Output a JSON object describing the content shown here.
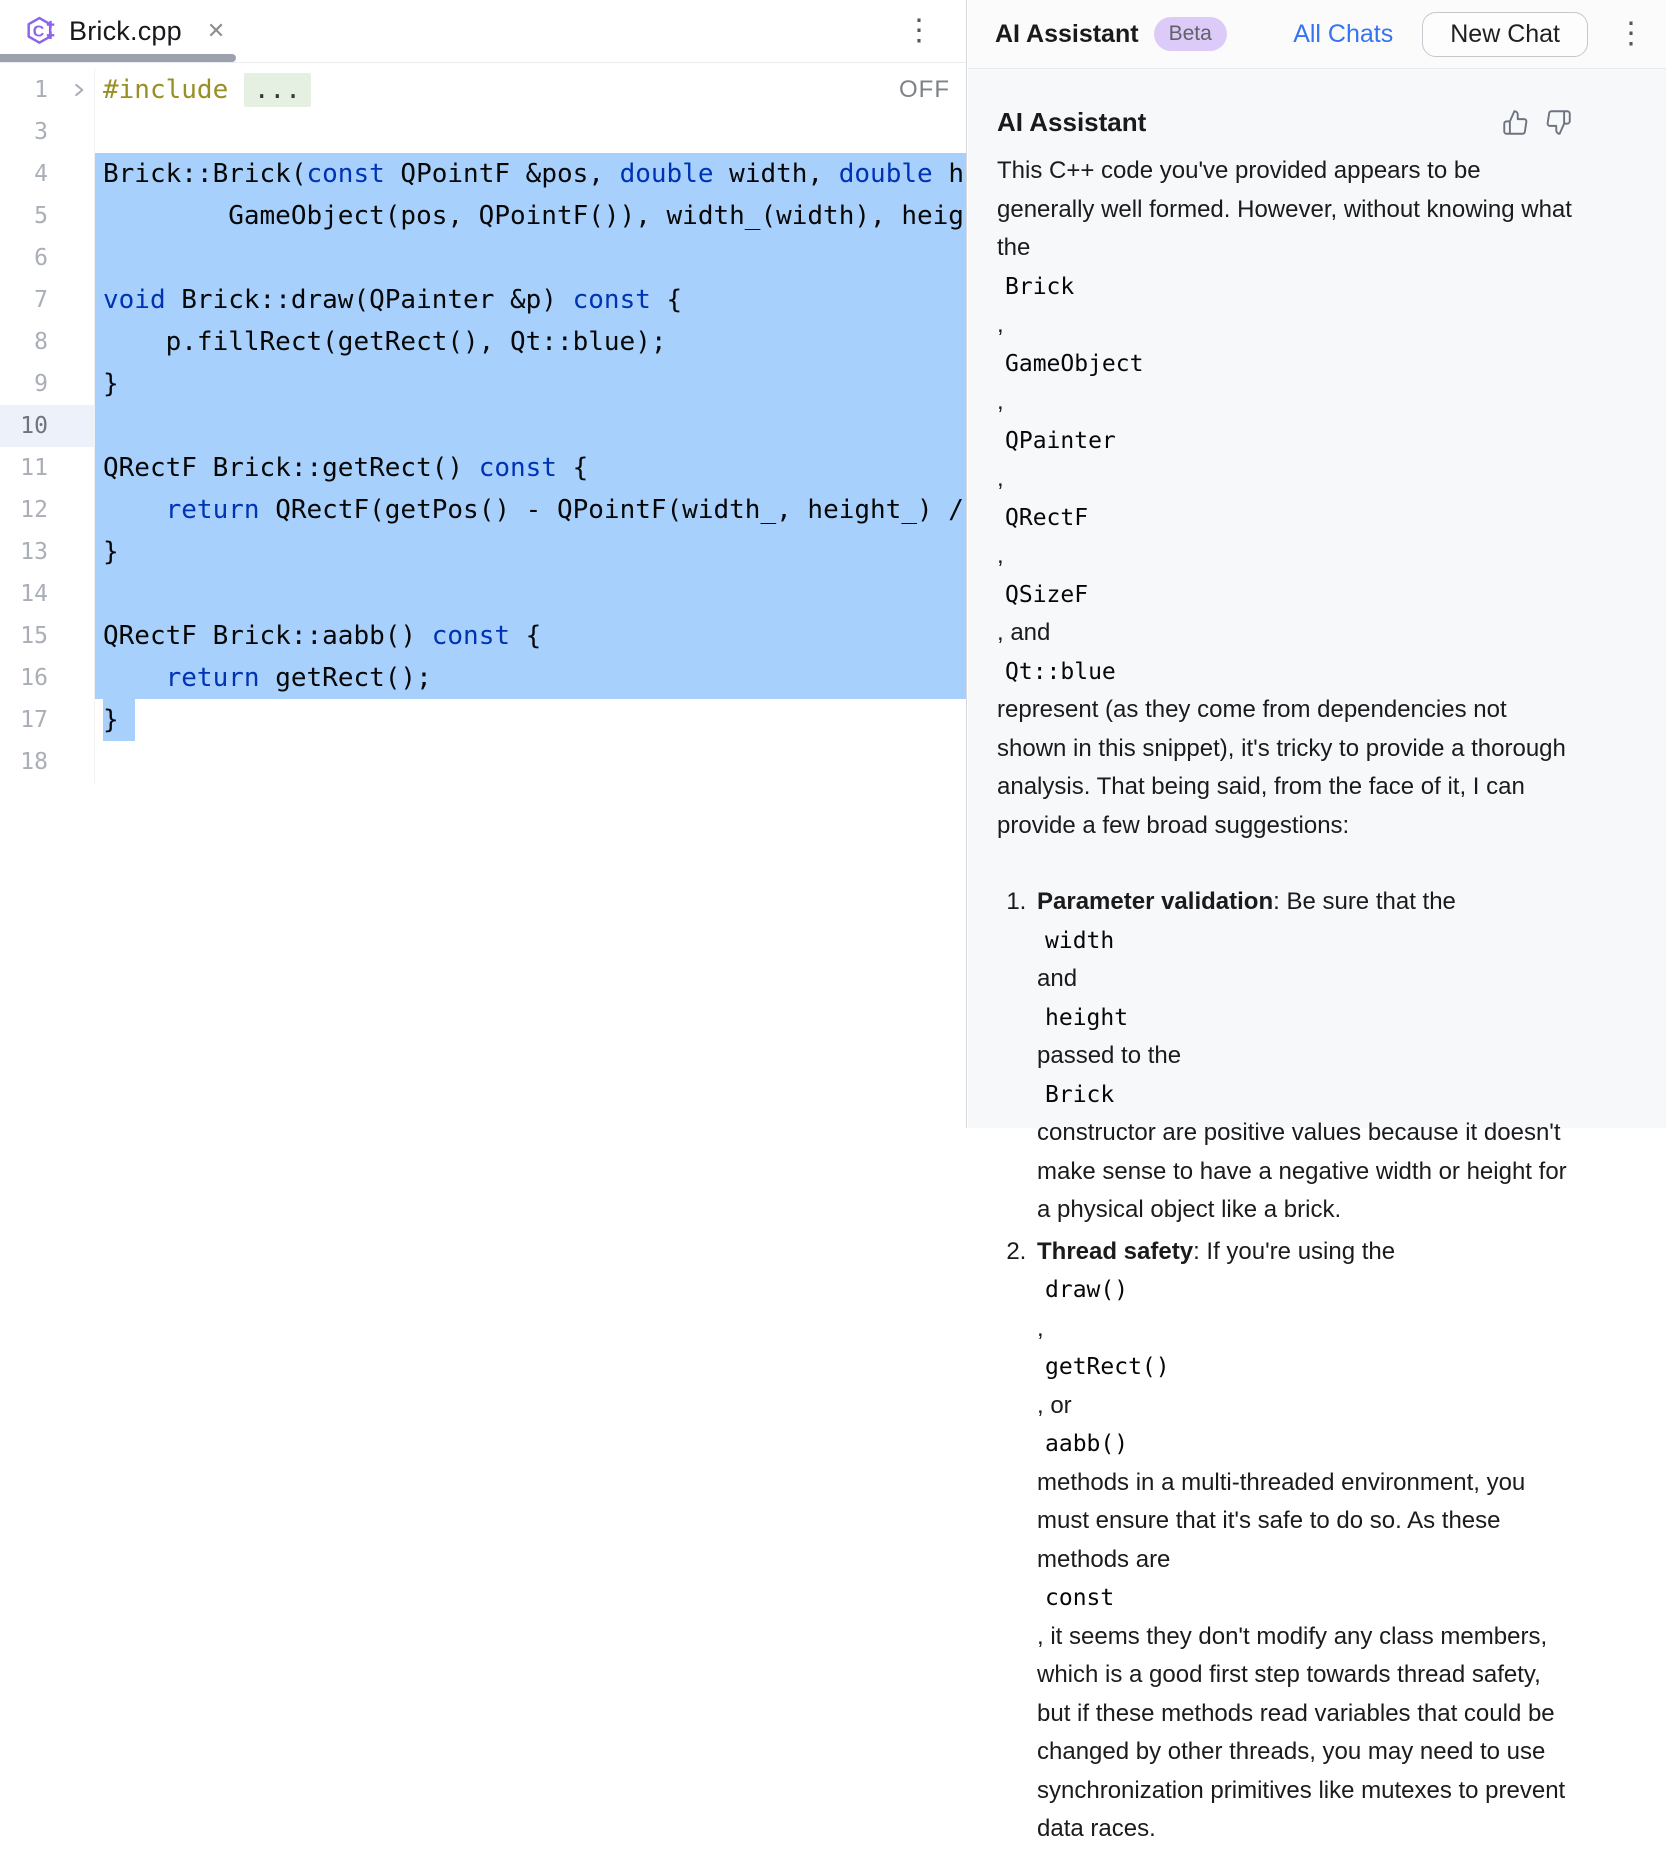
{
  "editor": {
    "tab": {
      "label": "Brick.cpp",
      "close_icon": "✕",
      "icon": "cpp-file-icon"
    },
    "kebab_icon": "⋮",
    "off_label": "OFF",
    "lines": [
      {
        "num": "1",
        "fold": true,
        "sel": "none",
        "tokens": [
          {
            "t": "#include",
            "c": "dir"
          },
          {
            "t": " ",
            "c": "p"
          },
          {
            "t": "...",
            "c": "fold"
          }
        ]
      },
      {
        "num": "3",
        "sel": "none",
        "tokens": []
      },
      {
        "num": "4",
        "sel": "full",
        "tokens": [
          {
            "t": "Brick::Brick(",
            "c": "p"
          },
          {
            "t": "const",
            "c": "kw"
          },
          {
            "t": " QPointF &pos, ",
            "c": "p"
          },
          {
            "t": "double",
            "c": "kw"
          },
          {
            "t": " width, ",
            "c": "p"
          },
          {
            "t": "double",
            "c": "kw"
          },
          {
            "t": " h",
            "c": "p"
          }
        ]
      },
      {
        "num": "5",
        "sel": "full",
        "tokens": [
          {
            "t": "        GameObject(pos, QPointF()), width_(width), heig",
            "c": "p"
          }
        ]
      },
      {
        "num": "6",
        "sel": "full",
        "tokens": []
      },
      {
        "num": "7",
        "sel": "full",
        "tokens": [
          {
            "t": "void",
            "c": "kw"
          },
          {
            "t": " Brick::draw(QPainter &p) ",
            "c": "p"
          },
          {
            "t": "const",
            "c": "kw"
          },
          {
            "t": " {",
            "c": "p"
          }
        ]
      },
      {
        "num": "8",
        "sel": "full",
        "tokens": [
          {
            "t": "    p.fillRect(getRect(), Qt::blue);",
            "c": "p"
          }
        ]
      },
      {
        "num": "9",
        "sel": "full",
        "tokens": [
          {
            "t": "}",
            "c": "p"
          }
        ]
      },
      {
        "num": "10",
        "sel": "full",
        "caret": true,
        "tokens": []
      },
      {
        "num": "11",
        "sel": "full",
        "tokens": [
          {
            "t": "QRectF Brick::getRect() ",
            "c": "p"
          },
          {
            "t": "const",
            "c": "kw"
          },
          {
            "t": " {",
            "c": "p"
          }
        ]
      },
      {
        "num": "12",
        "sel": "full",
        "tokens": [
          {
            "t": "    ",
            "c": "p"
          },
          {
            "t": "return",
            "c": "kw"
          },
          {
            "t": " QRectF(getPos() - QPointF(width_, height_) /",
            "c": "p"
          }
        ]
      },
      {
        "num": "13",
        "sel": "full",
        "tokens": [
          {
            "t": "}",
            "c": "p"
          }
        ]
      },
      {
        "num": "14",
        "sel": "full",
        "tokens": []
      },
      {
        "num": "15",
        "sel": "full",
        "tokens": [
          {
            "t": "QRectF Brick::aabb() ",
            "c": "p"
          },
          {
            "t": "const",
            "c": "kw"
          },
          {
            "t": " {",
            "c": "p"
          }
        ]
      },
      {
        "num": "16",
        "sel": "full",
        "tokens": [
          {
            "t": "    ",
            "c": "p"
          },
          {
            "t": "return",
            "c": "kw"
          },
          {
            "t": " getRect();",
            "c": "p"
          }
        ]
      },
      {
        "num": "17",
        "sel": "partial",
        "tokens": [
          {
            "t": "}",
            "c": "p"
          }
        ]
      },
      {
        "num": "18",
        "sel": "none",
        "tokens": []
      }
    ]
  },
  "assistant": {
    "header": {
      "title": "AI Assistant",
      "beta_badge": "Beta",
      "all_chats_label": "All Chats",
      "new_chat_label": "New Chat",
      "kebab_icon": "⋮"
    },
    "message": {
      "author": "AI Assistant",
      "intro": [
        {
          "t": "This C++ code you've provided appears to be generally well formed. However, without knowing what the "
        },
        {
          "t": "Brick",
          "code": true
        },
        {
          "t": ", "
        },
        {
          "t": "GameObject",
          "code": true
        },
        {
          "t": ", "
        },
        {
          "t": "QPainter",
          "code": true
        },
        {
          "t": ", "
        },
        {
          "t": "QRectF",
          "code": true
        },
        {
          "t": ", "
        },
        {
          "t": "QSizeF",
          "code": true
        },
        {
          "t": ", and "
        },
        {
          "t": "Qt::blue",
          "code": true
        },
        {
          "t": " represent (as they come from dependencies not shown in this snippet), it's tricky to provide a thorough analysis. That being said, from the face of it, I can provide a few broad suggestions:"
        }
      ],
      "items": [
        {
          "segments": [
            {
              "t": "Parameter validation",
              "bold": true
            },
            {
              "t": ": Be sure that the "
            },
            {
              "t": "width",
              "code": true
            },
            {
              "t": " and "
            },
            {
              "t": "height",
              "code": true
            },
            {
              "t": " passed to the "
            },
            {
              "t": "Brick",
              "code": true
            },
            {
              "t": " constructor are positive values because it doesn't make sense to have a negative width or height for a physical object like a brick."
            }
          ]
        },
        {
          "segments": [
            {
              "t": "Thread safety",
              "bold": true
            },
            {
              "t": ": If you're using the "
            },
            {
              "t": "draw()",
              "code": true
            },
            {
              "t": ", "
            },
            {
              "t": "getRect()",
              "code": true
            },
            {
              "t": ", or "
            },
            {
              "t": "aabb()",
              "code": true
            },
            {
              "t": " methods in a multi-threaded environment, you must ensure that it's safe to do so. As these methods are "
            },
            {
              "t": "const",
              "code": true
            },
            {
              "t": ", it seems they don't modify any class members, which is a good first step towards thread safety, but if these methods read variables that could be changed by other threads, you may need to use synchronization primitives like mutexes to prevent data races."
            }
          ]
        }
      ]
    }
  },
  "colors": {
    "selection": "#a7d1fc",
    "keyword": "#0033b3",
    "directive": "#9a8f22",
    "folded_bg": "#e6f0e2",
    "link_blue": "#3574f0",
    "beta_badge_bg": "#dccbf9",
    "panel_bg": "#f7f8fa",
    "border": "#ebecf0",
    "tab_underline": "#9ca1ad",
    "file_icon_purple": "#8b63ee"
  }
}
